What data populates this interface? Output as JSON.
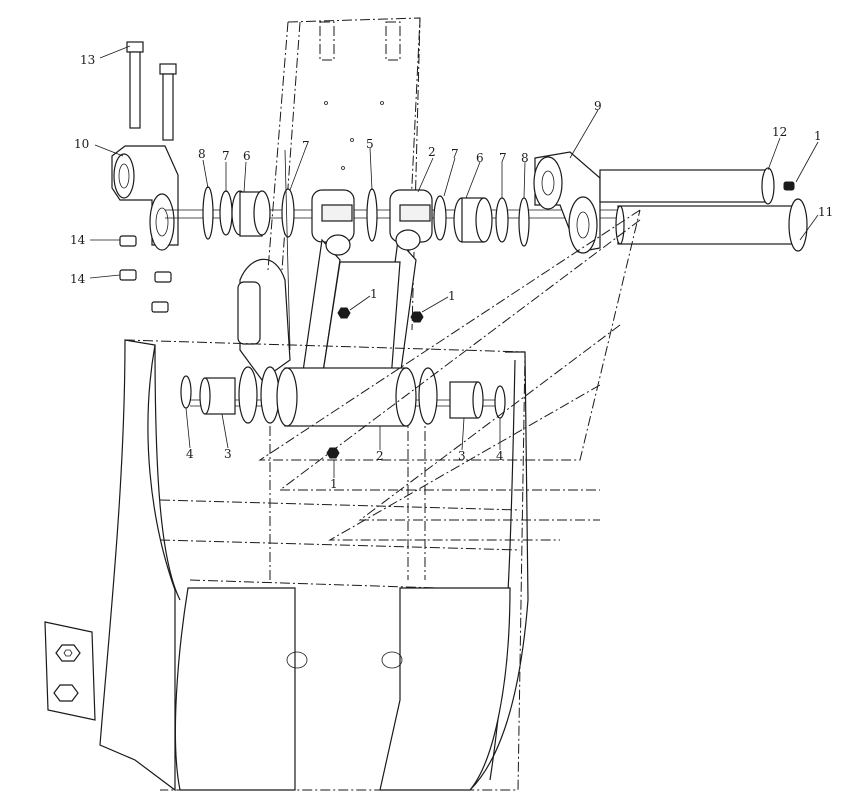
{
  "callouts": [
    {
      "id": "c13",
      "text": "13"
    },
    {
      "id": "c10",
      "text": "10"
    },
    {
      "id": "c14a",
      "text": "14"
    },
    {
      "id": "c14b",
      "text": "14"
    },
    {
      "id": "c8a",
      "text": "8"
    },
    {
      "id": "c7a",
      "text": "7"
    },
    {
      "id": "c6a",
      "text": "6"
    },
    {
      "id": "c7b",
      "text": "7"
    },
    {
      "id": "c5",
      "text": "5"
    },
    {
      "id": "c2a",
      "text": "2"
    },
    {
      "id": "c7c",
      "text": "7"
    },
    {
      "id": "c6b",
      "text": "6"
    },
    {
      "id": "c7d",
      "text": "7"
    },
    {
      "id": "c8b",
      "text": "8"
    },
    {
      "id": "c9",
      "text": "9"
    },
    {
      "id": "c12",
      "text": "12"
    },
    {
      "id": "c1a",
      "text": "1"
    },
    {
      "id": "c11",
      "text": "11"
    },
    {
      "id": "c1b",
      "text": "1"
    },
    {
      "id": "c1c",
      "text": "1"
    },
    {
      "id": "c4a",
      "text": "4"
    },
    {
      "id": "c3a",
      "text": "3"
    },
    {
      "id": "c2b",
      "text": "2"
    },
    {
      "id": "c1d",
      "text": "1"
    },
    {
      "id": "c3b",
      "text": "3"
    },
    {
      "id": "c4b",
      "text": "4"
    }
  ]
}
